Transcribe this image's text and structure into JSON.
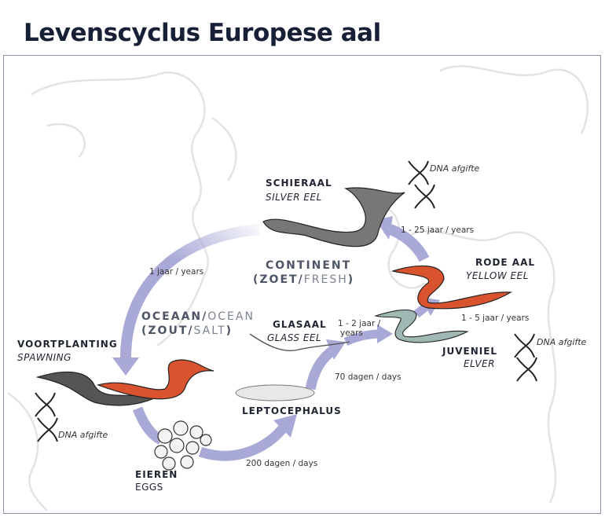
{
  "title": "Levenscyclus Europese aal",
  "stages": {
    "silver": {
      "nl": "SCHIERAAL",
      "en": "SILVER EEL"
    },
    "yellow": {
      "nl": "RODE AAL",
      "en": "YELLOW EEL"
    },
    "glass": {
      "nl": "GLASAAL",
      "en": "GLASS EEL"
    },
    "elver": {
      "nl": "JUVENIEL",
      "en": "ELVER"
    },
    "spawning": {
      "nl": "VOORTPLANTING",
      "en": "SPAWNING"
    },
    "lepto": {
      "nl": "LEPTOCEPHALUS"
    },
    "eggs": {
      "nl": "EIEREN",
      "en": "EGGS"
    }
  },
  "durations": {
    "silver_to_spawn": "1 jaar / years",
    "yellow_to_silver": "1 - 25 jaar / years",
    "glass_to_elver_1": "1 - 2 jaar /",
    "glass_to_elver_2": "years",
    "elver_to_yellow": "1 - 5 jaar / years",
    "lepto_to_glass": "70 dagen / days",
    "eggs_to_lepto": "200 dagen / days"
  },
  "zones": {
    "continent": "CONTINENT",
    "continent_open": "(ZOET/",
    "continent_light": "FRESH",
    "continent_close": ")",
    "ocean_nl": "OCEAAN/",
    "ocean_en": "OCEAN",
    "ocean_open": "(ZOUT/",
    "ocean_light": "SALT",
    "ocean_close": ")"
  },
  "dna_label": "DNA afgifte",
  "colors": {
    "arrow": "#a8a9d6",
    "title": "#172036",
    "silver": "#6b6b6b",
    "yellow": "#d9532e",
    "elver": "#2f8f82"
  }
}
